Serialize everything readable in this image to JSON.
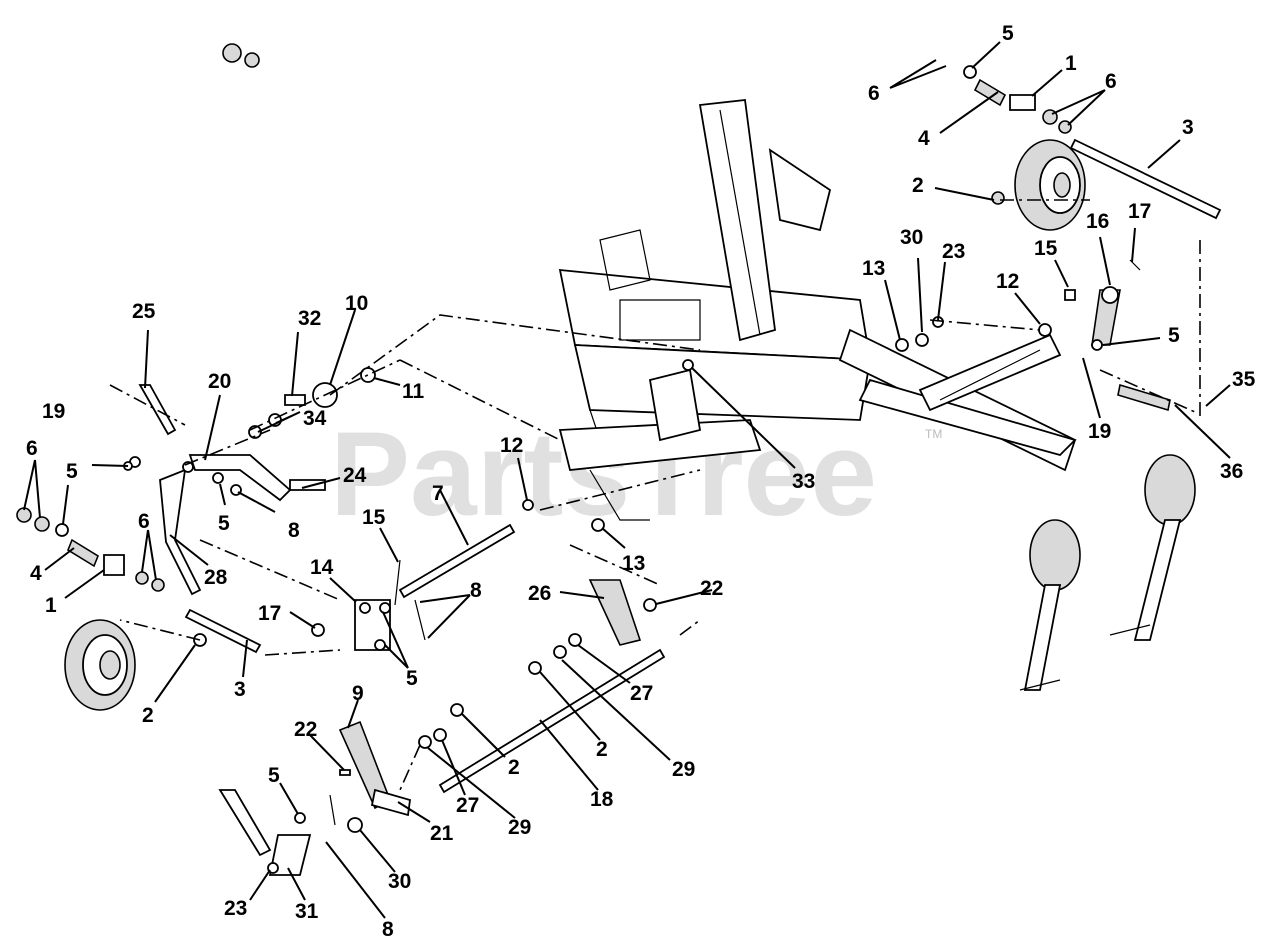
{
  "watermark": {
    "text": "PartsTree",
    "trademark": "TM"
  },
  "callouts": [
    "5",
    "1",
    "6",
    "6",
    "4",
    "3",
    "2",
    "17",
    "16",
    "15",
    "30",
    "23",
    "13",
    "12",
    "5",
    "35",
    "19",
    "36",
    "33",
    "12",
    "13",
    "10",
    "32",
    "11",
    "25",
    "20",
    "34",
    "24",
    "5",
    "8",
    "7",
    "15",
    "14",
    "8",
    "17",
    "5",
    "19",
    "6",
    "5",
    "6",
    "4",
    "1",
    "28",
    "2",
    "3",
    "26",
    "22",
    "27",
    "2",
    "29",
    "9",
    "22",
    "2",
    "18",
    "27",
    "29",
    "21",
    "5",
    "30",
    "8",
    "31",
    "23"
  ]
}
